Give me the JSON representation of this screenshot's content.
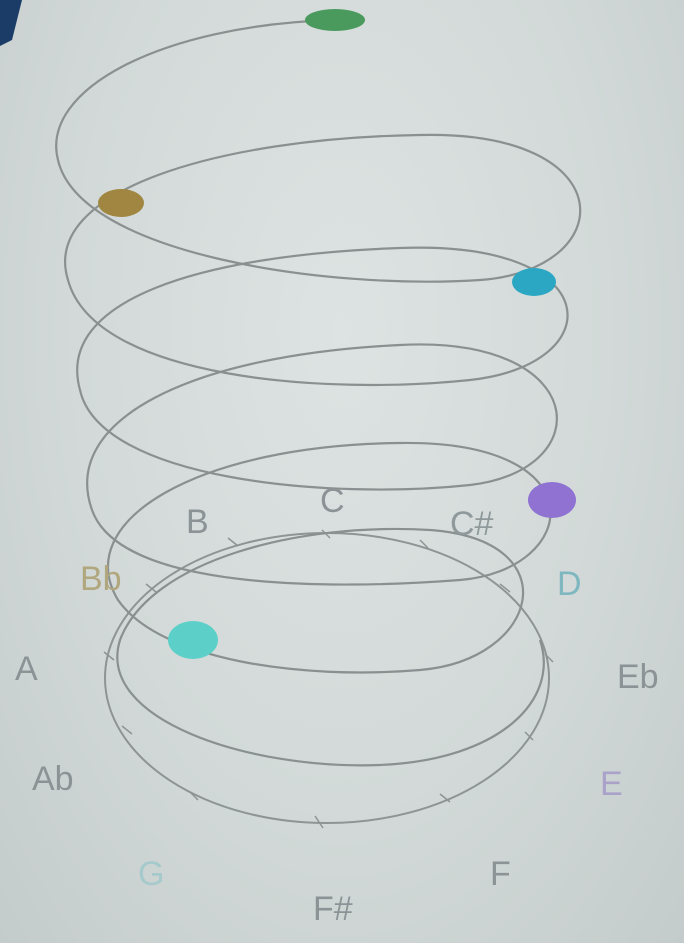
{
  "diagram": {
    "note_labels": {
      "c": "C",
      "c_sharp": "C#",
      "d": "D",
      "e_flat": "Eb",
      "e": "E",
      "f": "F",
      "f_sharp": "F#",
      "g": "G",
      "a_flat": "Ab",
      "a": "A",
      "b_flat": "Bb",
      "b": "B"
    },
    "colors": {
      "helix_line": "#8a8f8f",
      "base_circle": "#8e9394",
      "marker_top": "#4a9a5e",
      "marker_olive": "#a08640",
      "marker_blue": "#2ba7c4",
      "marker_violet": "#9072d3",
      "marker_teal": "#5cd0c8"
    }
  }
}
